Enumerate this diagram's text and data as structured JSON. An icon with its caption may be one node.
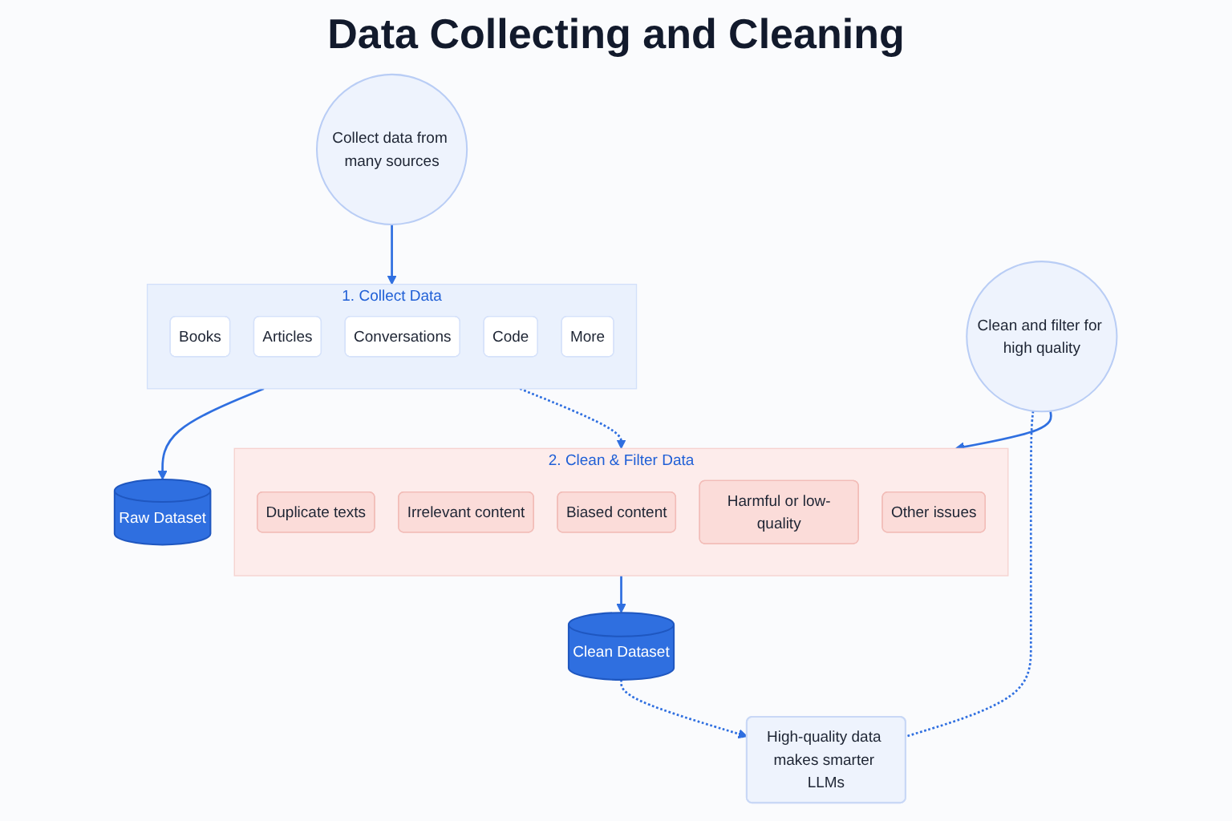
{
  "diagram": {
    "title": "Data Collecting and Cleaning",
    "nodes": [
      {
        "text": [
          "Collect data from many sources"
        ]
      },
      {
        "text": [
          "1. Collect Data"
        ]
      },
      {
        "text": [
          "Books"
        ],
        "in": 1
      },
      {
        "text": [
          "Articles"
        ],
        "in": 1
      },
      {
        "text": [
          "Conversations"
        ],
        "in": 1
      },
      {
        "text": [
          "Code"
        ],
        "in": 1
      },
      {
        "text": [
          "More"
        ],
        "in": 1
      },
      {
        "text": [
          "Raw Dataset"
        ]
      },
      {
        "text": [
          "Clean and filter for high quality"
        ]
      },
      {
        "text": [
          "2. Clean & Filter Data"
        ]
      },
      {
        "text": [
          "Duplicate texts"
        ],
        "in": 9
      },
      {
        "text": [
          "Irrelevant content"
        ],
        "in": 9
      },
      {
        "text": [
          "Biased content"
        ],
        "in": 9
      },
      {
        "text": [
          "Harmful or low-quality"
        ],
        "in": 9
      },
      {
        "text": [
          "Other issues"
        ],
        "in": 9
      },
      {
        "text": [
          "Clean Dataset"
        ]
      },
      {
        "text": [
          "High-quality data makes smarter LLMs"
        ]
      }
    ],
    "edges": [
      {
        "from": 0,
        "to": 1,
        "arrow": "to"
      },
      {
        "from": 1,
        "to": 7,
        "arrow": "to"
      },
      {
        "from": 1,
        "to": 9,
        "arrow": "to",
        "style": "dashed"
      },
      {
        "from": 8,
        "to": 9,
        "arrow": "to"
      },
      {
        "from": 9,
        "to": 15,
        "arrow": "to"
      },
      {
        "from": 8,
        "to": 16,
        "arrow": "none",
        "style": "dashed"
      },
      {
        "from": 15,
        "to": 16,
        "arrow": "to",
        "style": "dashed"
      }
    ]
  }
}
